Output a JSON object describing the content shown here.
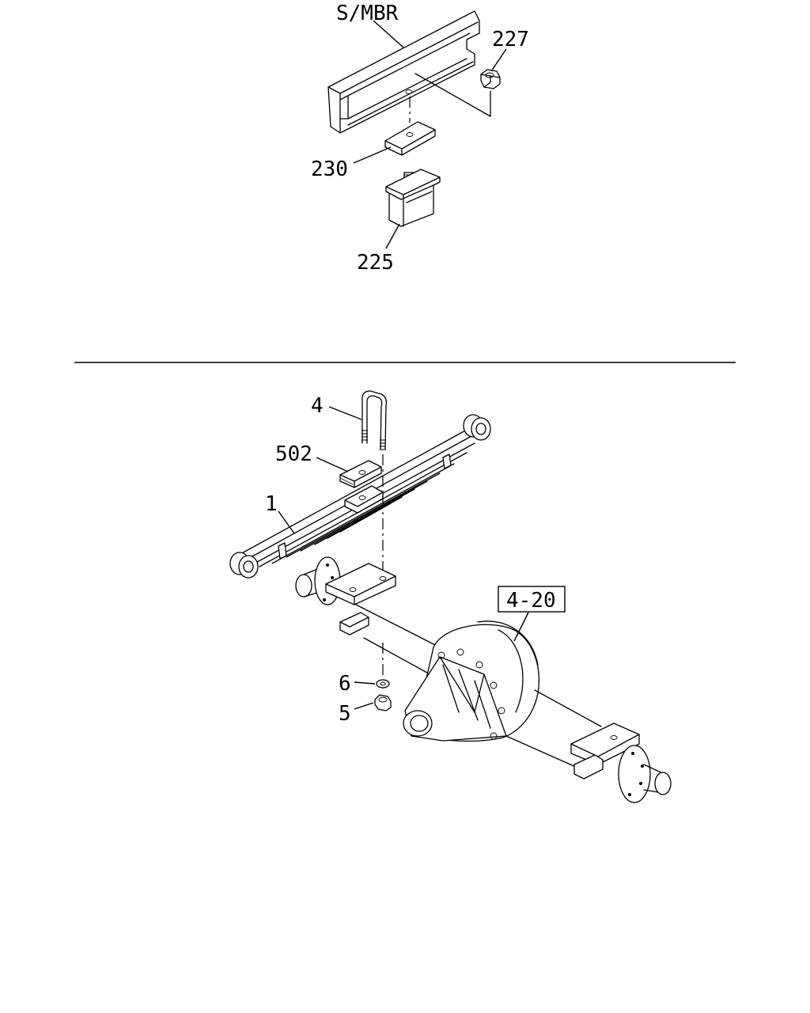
{
  "callouts": {
    "frame_member": "S/MBR",
    "nut_top": "227",
    "spacer_plate": "230",
    "bump_stopper": "225",
    "u_bolt": "4",
    "u_bolt_seat": "502",
    "leaf_spring": "1",
    "axle_ref": "4-20",
    "washer": "6",
    "nut": "5"
  }
}
